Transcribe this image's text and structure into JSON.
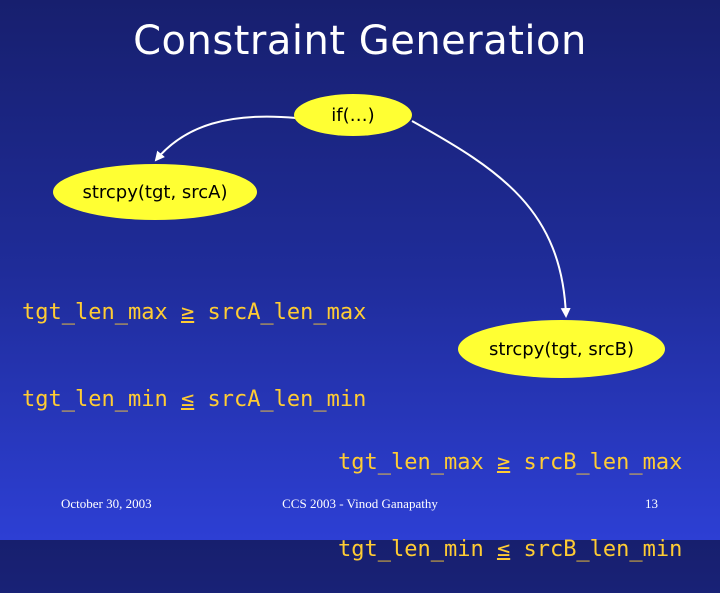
{
  "title": "Constraint Generation",
  "nodes": {
    "if_label": "if(…)",
    "strcpy_a": "strcpy(tgt, srcA)",
    "strcpy_b": "strcpy(tgt, srcB)"
  },
  "constraints_a": [
    {
      "lhs": "tgt_len_max",
      "op": "≥",
      "rhs": "srcA_len_max"
    },
    {
      "lhs": "tgt_len_min",
      "op": "≤",
      "rhs": "srcA_len_min"
    }
  ],
  "constraints_b": [
    {
      "lhs": "tgt_len_max",
      "op": "≥",
      "rhs": "srcB_len_max"
    },
    {
      "lhs": "tgt_len_min",
      "op": "≤",
      "rhs": "srcB_len_min"
    }
  ],
  "footer": {
    "date": "October 30, 2003",
    "center": "CCS 2003 - Vinod Ganapathy",
    "page": "13"
  },
  "colors": {
    "background": "#1f2c99",
    "node_fill": "#ffff33",
    "constraint_text": "#ffcc33",
    "title_text": "#ffffff"
  }
}
